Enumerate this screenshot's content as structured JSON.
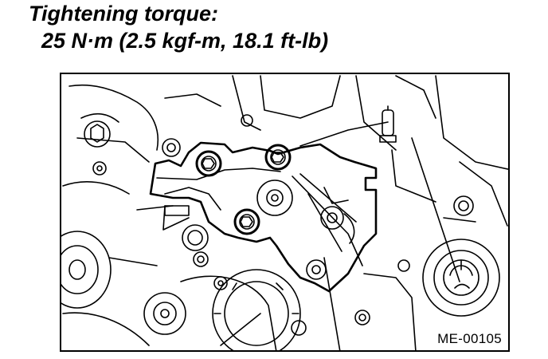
{
  "heading": {
    "label": "Tightening torque:",
    "value": "25 N·m (2.5 kgf-m, 18.1 ft-lb)"
  },
  "figure": {
    "code": "ME-00105"
  }
}
